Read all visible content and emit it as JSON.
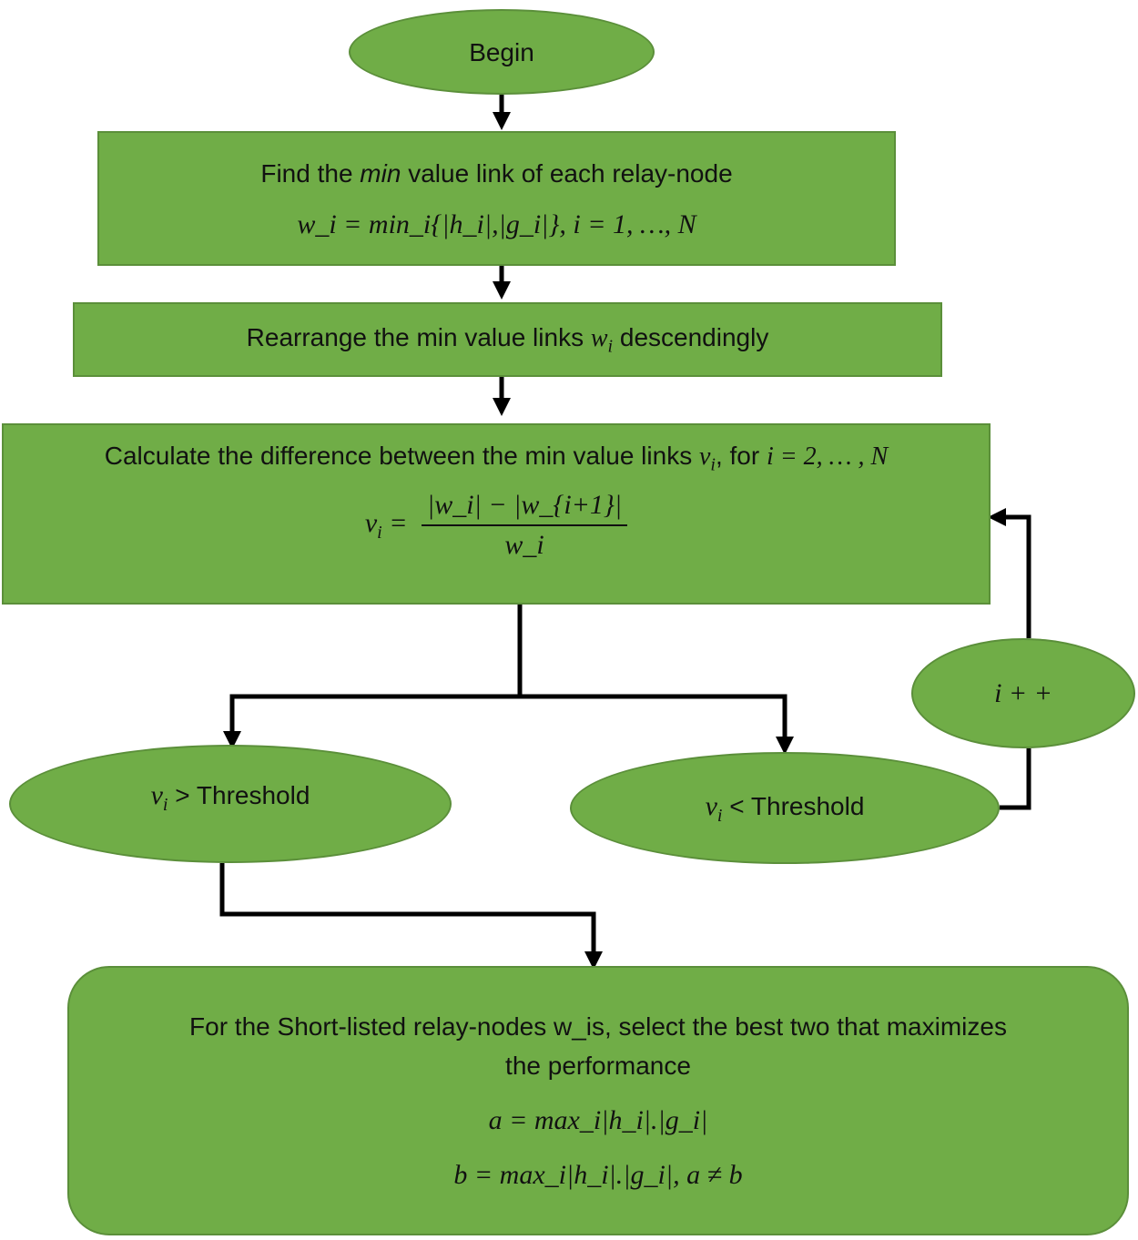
{
  "nodes": {
    "begin": {
      "label": "Begin"
    },
    "find_min": {
      "line1_pre": "Find the ",
      "line1_em": "min",
      "line1_post": " value link of each relay-node",
      "formula": "w_i = min_i{|h_i|,|g_i|}, i = 1, …, N"
    },
    "rearrange": {
      "label_pre": "Rearrange the min value links ",
      "var": "w",
      "sub": "i",
      "label_post": " descendingly"
    },
    "calculate": {
      "label_pre": "Calculate the difference between the min value links ",
      "var": "v",
      "sub": "i",
      "label_mid": ", for ",
      "range": "i = 2, … , N",
      "formula_lhs": "v",
      "formula_lhs_sub": "i",
      "formula_eq": " = ",
      "numerator": "|w_i| − |w_{i+1}|",
      "denominator": "w_i"
    },
    "increment": {
      "label": "i + +"
    },
    "greater": {
      "var": "v",
      "sub": "i",
      "label": " > Threshold"
    },
    "less": {
      "var": "v",
      "sub": "i",
      "label": " < Threshold"
    },
    "select": {
      "line1": "For the Short-listed relay-nodes w_is, select the best two that maximizes",
      "line2": "the performance",
      "formula_a": "a = max_i|h_i|.|g_i|",
      "formula_b": "b = max_i|h_i|.|g_i|, a ≠ b"
    }
  },
  "colors": {
    "fill": "#70ad47",
    "border": "#5b8f3a",
    "arrow": "#000000"
  }
}
